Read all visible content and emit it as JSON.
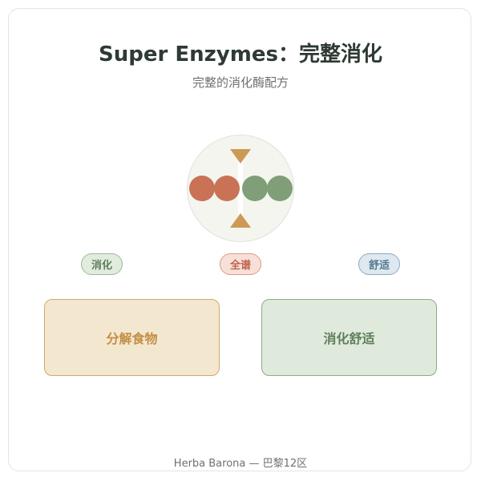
{
  "header": {
    "title": "Super Enzymes：完整消化",
    "subtitle": "完整的消化酶配方"
  },
  "emblem": {
    "dots": [
      "#c97256",
      "#c97256",
      "#809e78",
      "#809e78"
    ],
    "triangle_color": "#cc9a55"
  },
  "tags": [
    {
      "label": "消化",
      "bg": "#e1ecdf",
      "border": "#9ab896",
      "text": "#5d7d5a"
    },
    {
      "label": "全谱",
      "bg": "#f7e0d8",
      "border": "#d99a85",
      "text": "#c0634a"
    },
    {
      "label": "舒适",
      "bg": "#dde8f0",
      "border": "#8ea9c0",
      "text": "#56788f"
    }
  ],
  "boxes": [
    {
      "label": "分解食物",
      "bg": "#f4e7d0",
      "border": "#d4a866",
      "text": "#c28f45"
    },
    {
      "label": "消化舒适",
      "bg": "#dfeadc",
      "border": "#8fa987",
      "text": "#5f7e5a"
    }
  ],
  "footer": {
    "text": "Herba Barona — 巴黎12区"
  }
}
